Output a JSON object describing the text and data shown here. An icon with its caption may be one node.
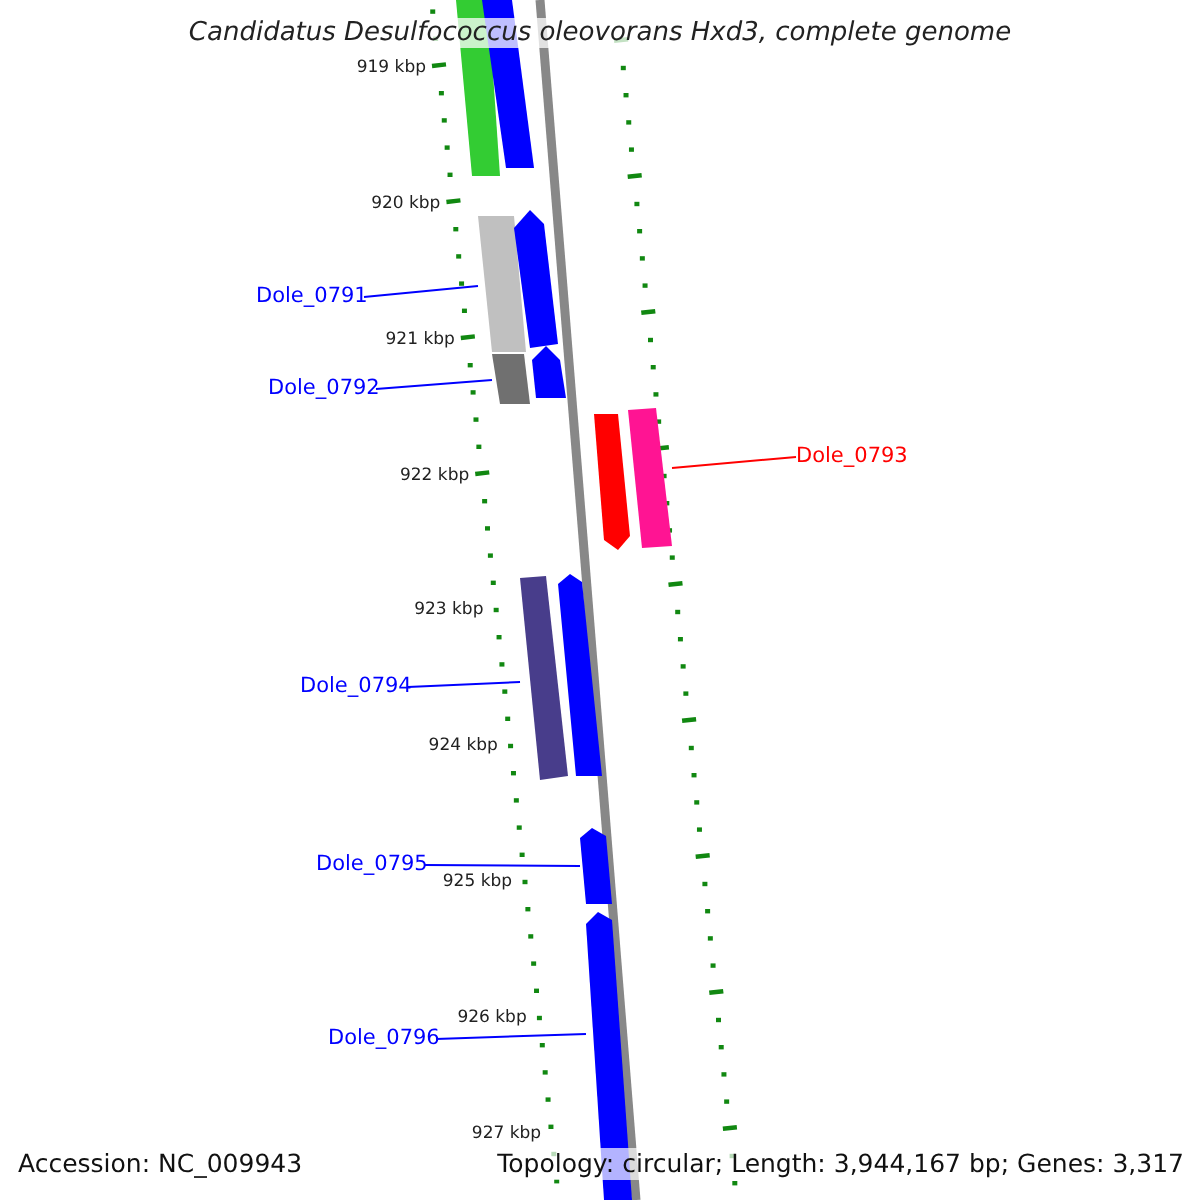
{
  "diagram": {
    "title": "Candidatus Desulfococcus oleovorans Hxd3, complete genome",
    "nodes": [
      {
        "text": [
          "Dole_0791"
        ]
      },
      {
        "text": [
          "Dole_0792"
        ]
      },
      {
        "text": [
          "Dole_0793"
        ]
      },
      {
        "text": [
          "Dole_0794"
        ]
      },
      {
        "text": [
          "Dole_0795"
        ]
      },
      {
        "text": [
          "Dole_0796"
        ]
      },
      {
        "text": [],
        "shape": "bar"
      },
      {
        "text": [],
        "shape": "bar"
      },
      {
        "text": [],
        "shape": "bar"
      },
      {
        "text": [],
        "shape": "bar"
      },
      {
        "text": [],
        "shape": "bar"
      },
      {
        "text": [],
        "shape": "bar"
      },
      {
        "text": [],
        "shape": "bar"
      },
      {
        "text": [],
        "shape": "bar"
      },
      {
        "text": [],
        "shape": "bar"
      },
      {
        "text": [],
        "shape": "bar"
      },
      {
        "text": [],
        "shape": "bar"
      },
      {
        "text": [],
        "shape": "bar"
      }
    ],
    "edges": [
      {
        "from": 0,
        "to": 8,
        "arrow": "none",
        "color": "#0000ff"
      },
      {
        "from": 1,
        "to": 10,
        "arrow": "none",
        "color": "#0000ff"
      },
      {
        "from": 2,
        "to": 13,
        "arrow": "none",
        "color": "#ff0000"
      },
      {
        "from": 3,
        "to": 14,
        "arrow": "none",
        "color": "#0000ff"
      },
      {
        "from": 4,
        "to": 16,
        "arrow": "none",
        "color": "#0000ff"
      },
      {
        "from": 5,
        "to": 17,
        "arrow": "none",
        "color": "#0000ff"
      }
    ],
    "labels": [
      "919 kbp",
      "920 kbp",
      "921 kbp",
      "922 kbp",
      "923 kbp",
      "924 kbp",
      "925 kbp",
      "926 kbp",
      "927 kbp",
      "Accession: NC_009943",
      "Topology: circular; Length: 3,944,167 bp; Genes: 3,317"
    ]
  }
}
